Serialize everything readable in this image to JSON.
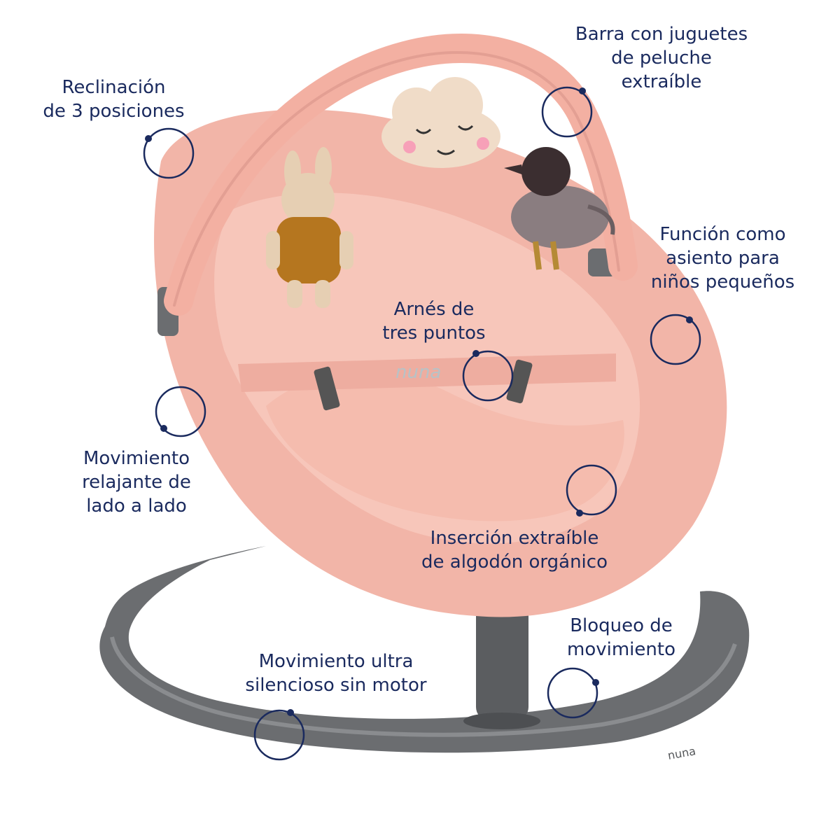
{
  "colors": {
    "text": "#1a2a5e",
    "marker": "#1a2a5e",
    "seat_fabric": "#f2b5a8",
    "seat_shadow": "#e39f93",
    "base_frame": "#6b6d70"
  },
  "product": {
    "brand_logo_text": "nuna",
    "base_logo_text": "nuna"
  },
  "callouts": [
    {
      "id": "reclinacion",
      "lines": [
        "Reclinación",
        "de 3 posiciones"
      ]
    },
    {
      "id": "barra",
      "lines": [
        "Barra con juguetes",
        "de peluche",
        "extraíble"
      ]
    },
    {
      "id": "funcion",
      "lines": [
        "Función como",
        "asiento para",
        "niños pequeños"
      ]
    },
    {
      "id": "arnes",
      "lines": [
        "Arnés de",
        "tres puntos"
      ]
    },
    {
      "id": "movimiento-lado",
      "lines": [
        "Movimiento",
        "relajante de",
        "lado a lado"
      ]
    },
    {
      "id": "insercion",
      "lines": [
        "Inserción extraíble",
        "de algodón orgánico"
      ]
    },
    {
      "id": "bloqueo",
      "lines": [
        "Bloqueo de",
        "movimiento"
      ]
    },
    {
      "id": "silencioso",
      "lines": [
        "Movimiento ultra",
        "silencioso sin motor"
      ]
    }
  ]
}
